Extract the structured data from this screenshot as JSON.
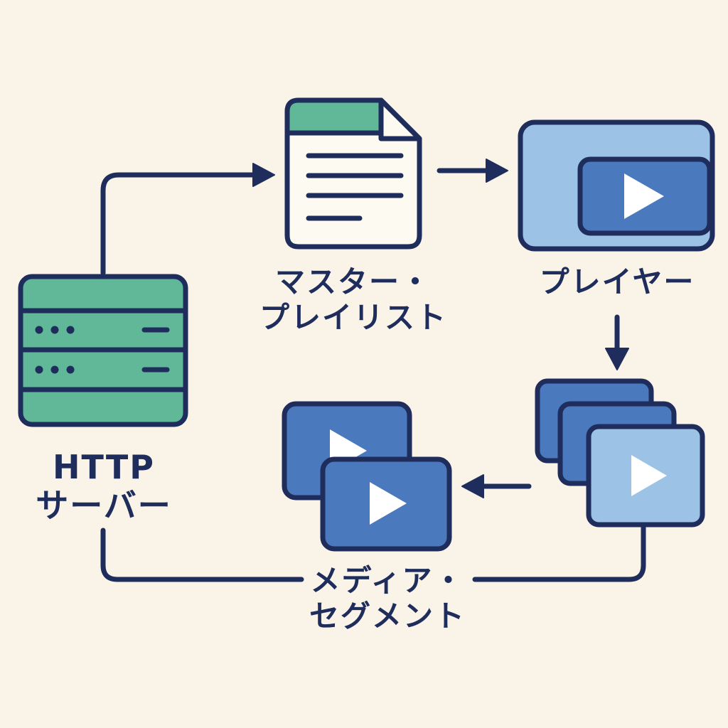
{
  "background": "#FAF4E8",
  "colors": {
    "outline": "#1F2D5C",
    "green": "#60B899",
    "light_blue": "#9CC3E6",
    "medium_blue": "#4A79BE",
    "page": "#FCFAF1",
    "play_icon": "#FFFFFF"
  },
  "nodes": {
    "http_server": {
      "label_line1": "HTTP",
      "label_line2": "サーバー"
    },
    "master_playlist": {
      "label_line1": "マスター・",
      "label_line2": "プレイリスト"
    },
    "player": {
      "label": "プレイヤー"
    },
    "media_segments": {
      "label_line1": "メディア・",
      "label_line2": "セグメント"
    }
  },
  "flow": {
    "edges": [
      {
        "from": "http_server",
        "to": "master_playlist"
      },
      {
        "from": "master_playlist",
        "to": "player"
      },
      {
        "from": "player",
        "to": "segment_stack"
      },
      {
        "from": "segment_stack",
        "to": "media_segments"
      },
      {
        "from": "media_segments",
        "to": "http_server"
      }
    ]
  }
}
